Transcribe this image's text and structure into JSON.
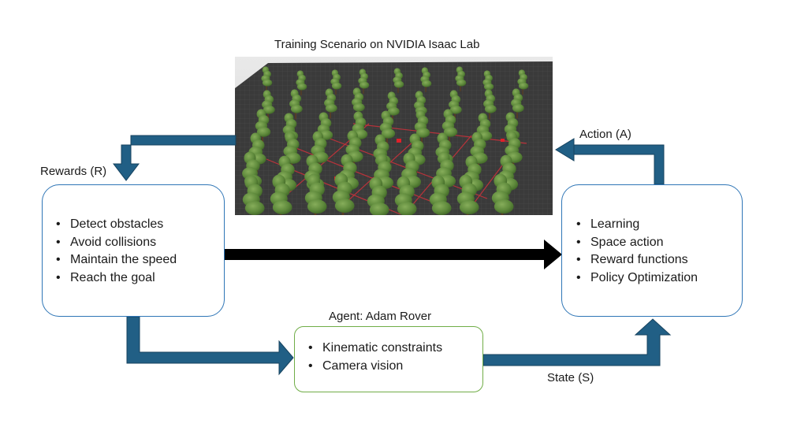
{
  "scene": {
    "title": "Training Scenario on NVIDIA Isaac Lab"
  },
  "labels": {
    "rewards": "Rewards (R)",
    "action": "Action (A)",
    "state": "State (S)",
    "agent": "Agent: Adam Rover"
  },
  "boxes": {
    "rewards": {
      "items": [
        "Detect obstacles",
        "Avoid collisions",
        "Maintain the speed",
        "Reach the goal"
      ]
    },
    "learning": {
      "items": [
        "Learning",
        "Space action",
        "Reward functions",
        "Policy Optimization"
      ]
    },
    "agent": {
      "items": [
        "Kinematic constraints",
        "Camera vision"
      ]
    }
  },
  "colors": {
    "flow_arrow_fill": "#215f85",
    "flow_arrow_stroke": "#17435f",
    "main_arrow": "#000000",
    "rewards_box_border": "#2e75b6",
    "learning_box_border": "#2e75b6",
    "agent_box_border": "#70ad47",
    "scene_floor": "#3a3a3a",
    "scene_grid_lines": "#c8323a",
    "tree_foliage": "#5f8a3c"
  }
}
